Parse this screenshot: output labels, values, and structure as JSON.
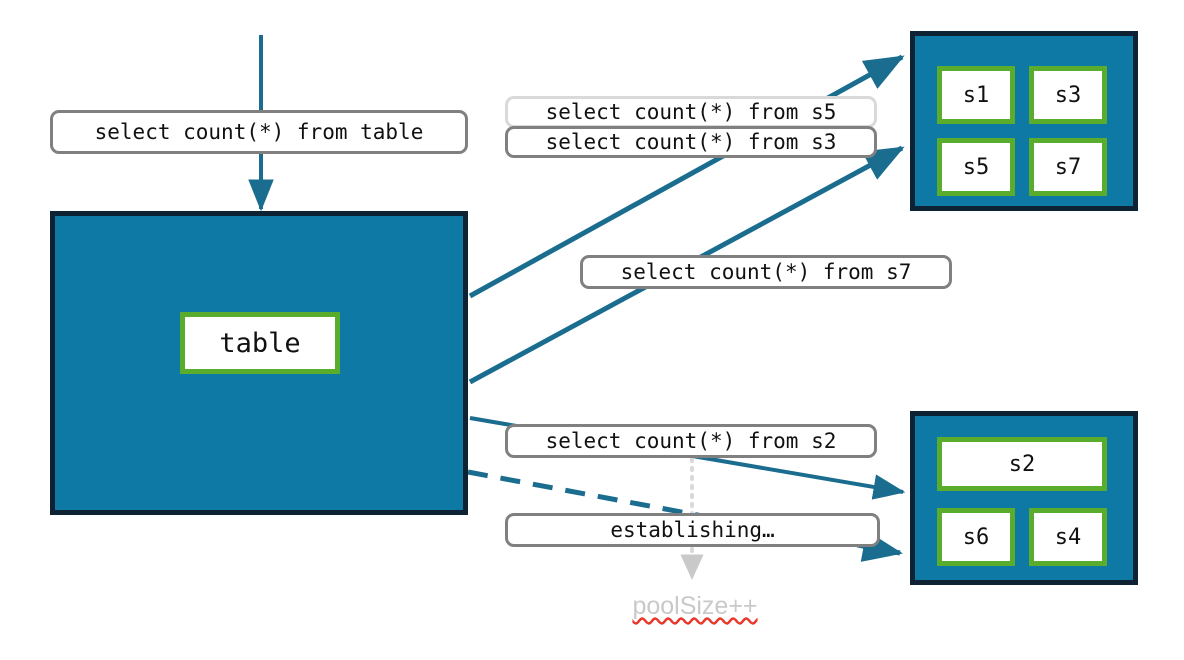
{
  "diagram": {
    "title": "connection pool query routing",
    "colors": {
      "panel_fill": "#0e79a4",
      "panel_border": "#0d2233",
      "node_border": "#5aac2c",
      "edge": "#1b6d8f",
      "pill_border": "#808080",
      "pill_border_faded": "#d9d9d9",
      "ghost_text": "#c9c9c9",
      "spellcheck_underline": "#e8372b"
    }
  },
  "entry": {
    "query_label": "select count(*) from table"
  },
  "table_panel": {
    "node_label": "table"
  },
  "pool_top": {
    "nodes": [
      "s1",
      "s3",
      "s5",
      "s7"
    ]
  },
  "pool_bottom": {
    "nodes": [
      "s2",
      "s6",
      "s4"
    ]
  },
  "queries": [
    {
      "id": "s5",
      "label": "select count(*) from s5",
      "state": "faded"
    },
    {
      "id": "s3",
      "label": "select count(*) from s3",
      "state": "active"
    },
    {
      "id": "s7",
      "label": "select count(*) from s7",
      "state": "active"
    },
    {
      "id": "s2",
      "label": "select count(*) from s2",
      "state": "active"
    }
  ],
  "status": {
    "establishing_label": "establishing…",
    "pool_size_label": "poolSize++"
  }
}
